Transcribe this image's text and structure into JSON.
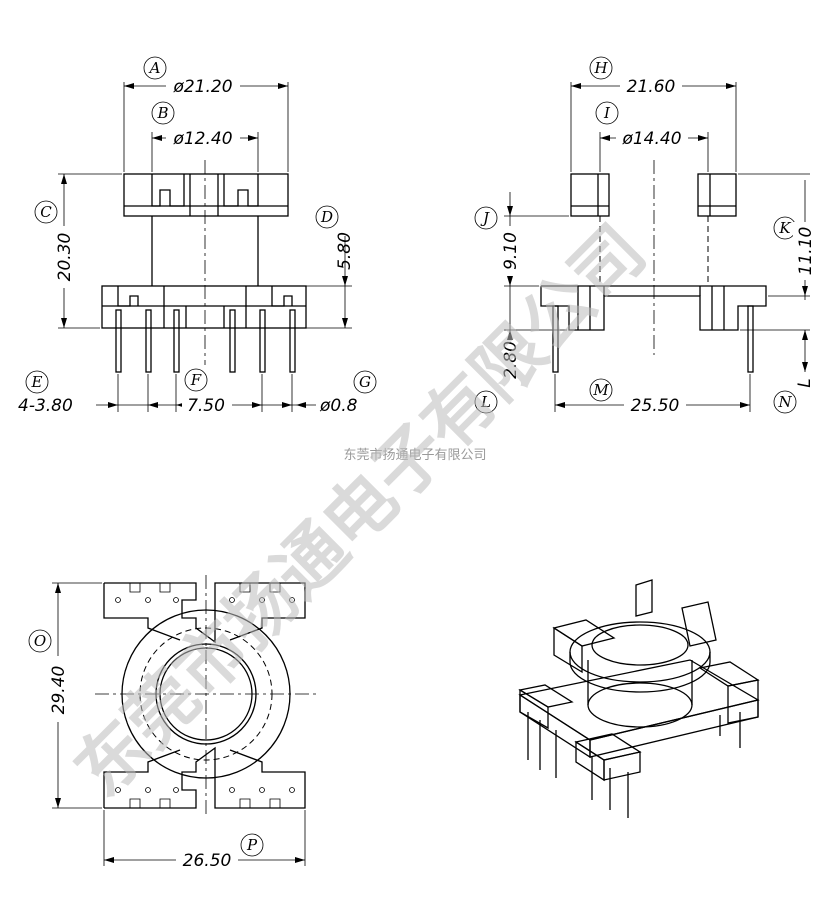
{
  "watermark": "东莞市扬通电子有限公司",
  "company": "东莞市扬通电子有限公司",
  "front_view": {
    "A": {
      "label": "A",
      "value": "ø21.20"
    },
    "B": {
      "label": "B",
      "value": "ø12.40"
    },
    "C": {
      "label": "C",
      "value": "20.30"
    },
    "D": {
      "label": "D",
      "value": "5.80"
    },
    "E": {
      "label": "E",
      "value": "4-3.80"
    },
    "F": {
      "label": "F",
      "value": "7.50"
    },
    "G": {
      "label": "G",
      "value": "ø0.8"
    }
  },
  "side_view": {
    "H": {
      "label": "H",
      "value": "21.60"
    },
    "I": {
      "label": "I",
      "value": "ø14.40"
    },
    "J": {
      "label": "J",
      "value": "9.10"
    },
    "K": {
      "label": "K",
      "value": "11.10"
    },
    "L": {
      "label": "L",
      "value": "2.80"
    },
    "M": {
      "label": "M",
      "value": "25.50"
    },
    "N": {
      "label": "N",
      "value": "L"
    }
  },
  "bottom_view": {
    "O": {
      "label": "O",
      "value": "29.40"
    },
    "P": {
      "label": "P",
      "value": "26.50"
    }
  }
}
